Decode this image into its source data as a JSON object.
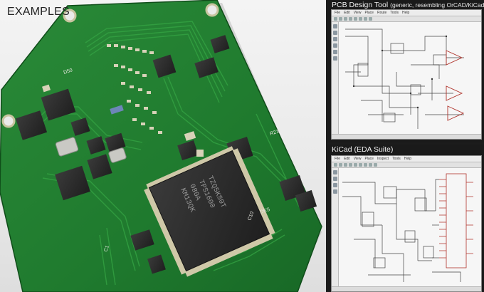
{
  "photo": {
    "title": "EXAMPLES",
    "silkscreen": {
      "d50": "D50",
      "c1": "C1",
      "c10": "C10",
      "r21": "R21",
      "des": "DES",
      "ic_line1": "TZQ5KS0T",
      "ic_line2": "TPS1600",
      "ic_line3": "080A",
      "ic_line4": "KM13QK"
    }
  },
  "panels": [
    {
      "title": "PCB Design Tool",
      "subtitle": "(generic, resembling OrCAD/KiCad)",
      "menu": [
        "File",
        "Edit",
        "View",
        "Place",
        "Route",
        "Tools",
        "Help"
      ]
    },
    {
      "title": "KiCad (EDA Suite)",
      "menu": [
        "File",
        "Edit",
        "View",
        "Place",
        "Inspect",
        "Tools",
        "Help"
      ]
    }
  ],
  "colors": {
    "board": "#1f7a2e",
    "trace": "#2f9a3d",
    "pad": "#d8d2b8",
    "chip": "#2b2b2b",
    "schematic_line": "#444444",
    "schematic_accent": "#b0342c"
  }
}
